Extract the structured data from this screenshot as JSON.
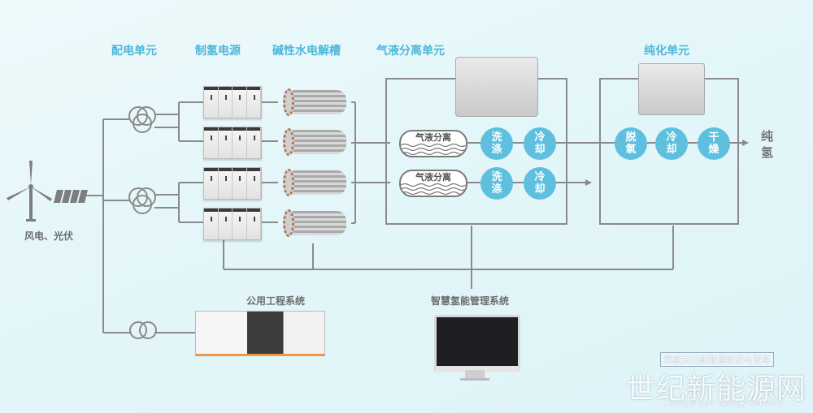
{
  "units": {
    "power_distribution": "配电单元",
    "hydrogen_power_supply": "制氢电源",
    "alkaline_electrolyzer": "碱性水电解槽",
    "gas_liquid_separation": "气液分离单元",
    "purification": "纯化单元"
  },
  "source_label": "风电、光伏",
  "separation_process": {
    "separator_label": "气液分离",
    "steps": [
      {
        "line1": "洗",
        "line2": "涤"
      },
      {
        "line1": "冷",
        "line2": "却"
      }
    ]
  },
  "purification_process": {
    "steps": [
      {
        "line1": "脱",
        "line2": "氧"
      },
      {
        "line1": "冷",
        "line2": "却"
      },
      {
        "line1": "干",
        "line2": "燥"
      }
    ]
  },
  "output_label": {
    "line1": "纯",
    "line2": "氢"
  },
  "utility_system": "公用工程系统",
  "management_system": "智慧氢能管理系统",
  "watermark": {
    "tagline": "深度关注新能源经济与变革",
    "brand": "世纪新能源网",
    "english": "Century new energy network"
  },
  "colors": {
    "accent": "#5ec0de",
    "title": "#4ab8dc",
    "line": "#8a8a8a"
  }
}
